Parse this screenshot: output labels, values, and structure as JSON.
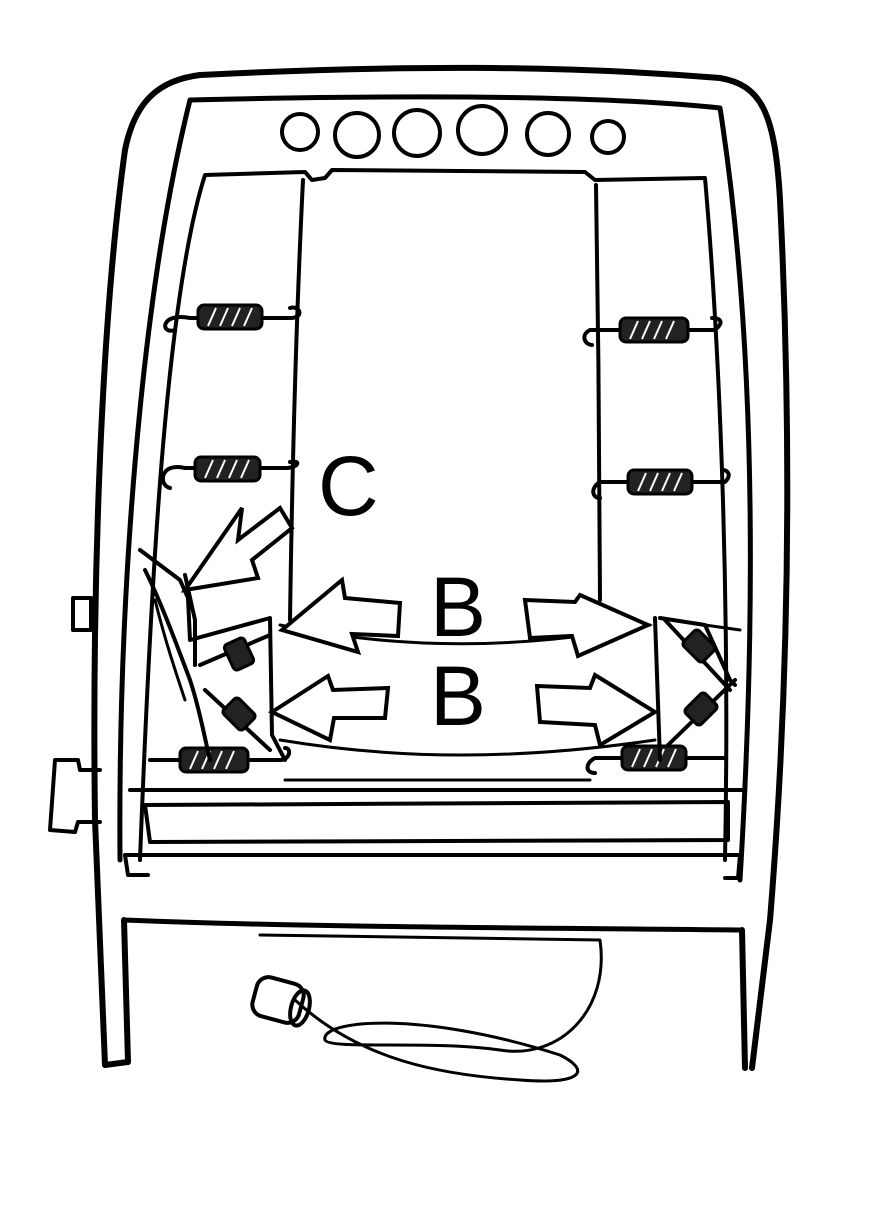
{
  "labels": {
    "c": "C",
    "b_upper": "B",
    "b_lower": "B"
  }
}
